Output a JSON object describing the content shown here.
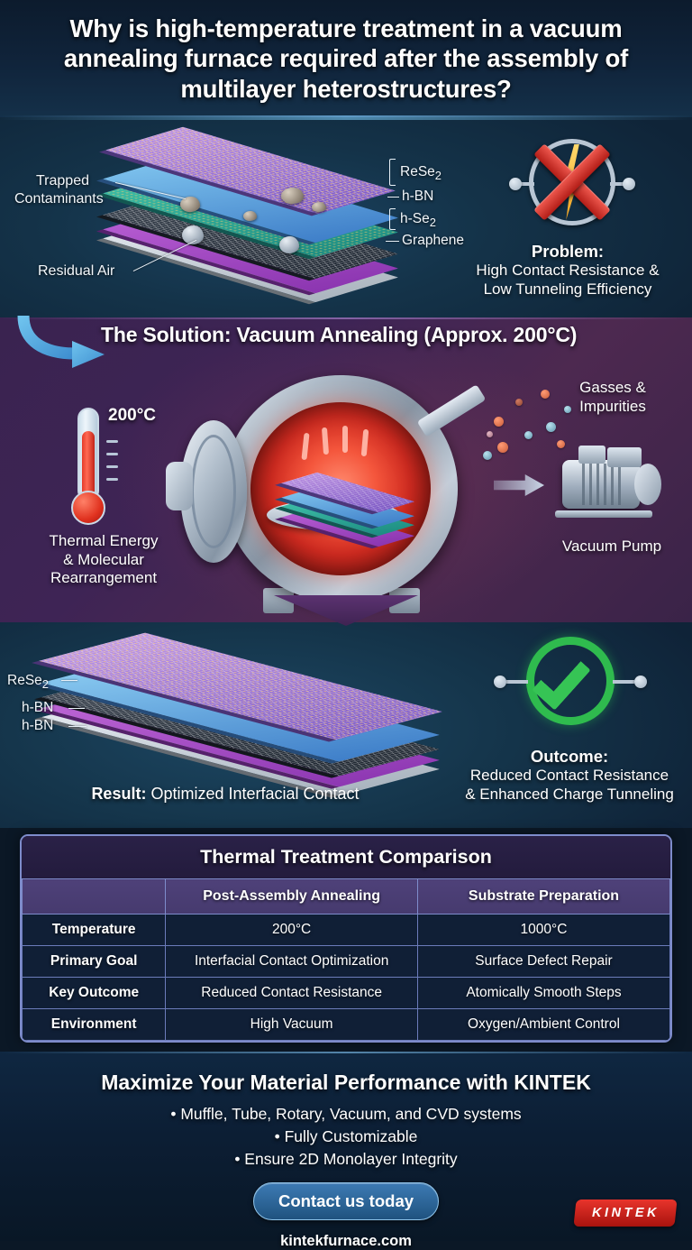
{
  "header": {
    "title": "Why is high-temperature treatment in a vacuum annealing furnace required after the assembly of multilayer heterostructures?"
  },
  "problem_section": {
    "stack_labels": {
      "left": [
        "Trapped Contaminants",
        "Residual Air"
      ],
      "trapped_contaminants": "Trapped",
      "trapped_contaminants_2": "Contaminants",
      "residual_air": "Residual Air",
      "right": [
        "ReSe",
        "h-BN",
        "h-Se",
        "Graphene"
      ],
      "rese2_base": "ReSe",
      "rese2_sub": "2",
      "hbn": "h-BN",
      "hse2_base": "h-Se",
      "hse2_sub": "2",
      "graphene": "Graphene"
    },
    "icon": "x-mark-lightning-icon",
    "caption_title": "Problem:",
    "caption_line1": "High Contact Resistance &",
    "caption_line2": "Low Tunneling Efficiency"
  },
  "solution_section": {
    "title": "The Solution: Vacuum Annealing (Approx. 200°C)",
    "thermometer_value": "200°C",
    "thermometer_label_line1": "Thermal Energy",
    "thermometer_label_line2": "& Molecular",
    "thermometer_label_line3": "Rearrangement",
    "gasses_label_line1": "Gasses &",
    "gasses_label_line2": "Impurities",
    "pump_label": "Vacuum Pump"
  },
  "result_section": {
    "layer_labels": {
      "rese2_base": "ReSe",
      "rese2_sub": "2",
      "hbn_top": "h-BN",
      "hbn_bottom": "h-BN"
    },
    "result_prefix": "Result:",
    "result_text": " Optimized Interfacial Contact",
    "icon": "check-circle-icon",
    "caption_title": "Outcome:",
    "caption_line1": "Reduced Contact Resistance",
    "caption_line2": "& Enhanced Charge Tunneling"
  },
  "table": {
    "title": "Thermal Treatment Comparison",
    "corner": "",
    "columns": [
      "Post-Assembly Annealing",
      "Substrate Preparation"
    ],
    "rows": [
      {
        "label": "Temperature",
        "c1": "200°C",
        "c2": "1000°C"
      },
      {
        "label": "Primary Goal",
        "c1": "Interfacial Contact Optimization",
        "c2": "Surface Defect Repair"
      },
      {
        "label": "Key Outcome",
        "c1": "Reduced Contact Resistance",
        "c2": "Atomically Smooth Steps"
      },
      {
        "label": "Environment",
        "c1": "High Vacuum",
        "c2": "Oxygen/Ambient Control"
      }
    ]
  },
  "footer": {
    "headline": "Maximize Your Material Performance with KINTEK",
    "bullets": [
      "• Muffle, Tube, Rotary, Vacuum, and CVD systems",
      "• Fully Customizable",
      "• Ensure 2D Monolayer Integrity"
    ],
    "cta_label": "Contact us today",
    "url": "kintekfurnace.com",
    "logo_text": "KINTEK"
  },
  "colors": {
    "problem_red": "#c92c22",
    "outcome_green": "#2fbb4e",
    "accent_blue": "#5fa8d8",
    "brand_red": "#e8342c",
    "table_header_purple": "#4e4179"
  }
}
